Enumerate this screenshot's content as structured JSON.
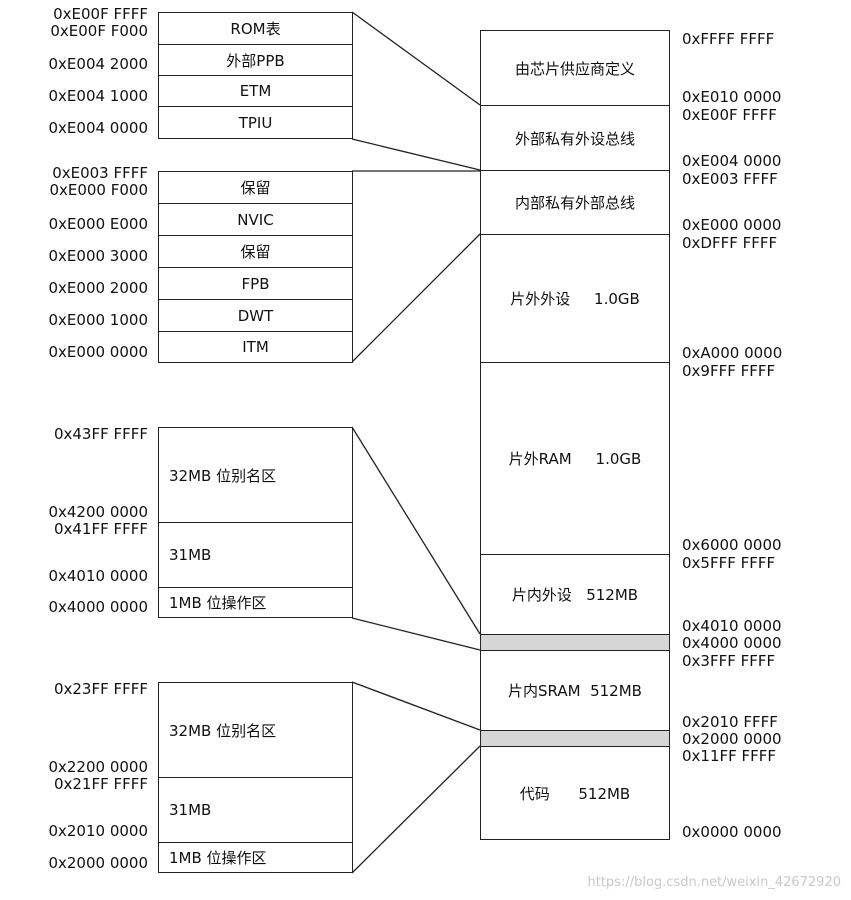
{
  "main_map": {
    "cells": [
      {
        "label": "由芯片供应商定义"
      },
      {
        "label": "外部私有外设总线"
      },
      {
        "label": "内部私有外部总线"
      },
      {
        "label": "片外外设     1.0GB"
      },
      {
        "label": "片外RAM     1.0GB"
      },
      {
        "label": "片内外设   512MB"
      },
      {
        "label": ""
      },
      {
        "label": "片内SRAM  512MB"
      },
      {
        "label": ""
      },
      {
        "label": "代码      512MB"
      }
    ],
    "addresses": [
      "0xFFFF FFFF",
      "0xE010 0000",
      "0xE00F FFFF",
      "0xE004 0000",
      "0xE003 FFFF",
      "0xE000 0000",
      "0xDFFF FFFF",
      "0xA000 0000",
      "0x9FFF FFFF",
      "0x6000 0000",
      "0x5FFF FFFF",
      "0x4010 0000",
      "0x4000 0000",
      "0x3FFF FFFF",
      "0x2010 FFFF",
      "0x2000 0000",
      "0x11FF FFFF",
      "0x0000 0000"
    ]
  },
  "external_ppb": {
    "cells": [
      "ROM表",
      "外部PPB",
      "ETM",
      "TPIU"
    ],
    "addresses": [
      "0xE00F FFFF",
      "0xE00F F000",
      "0xE004 2000",
      "0xE004 1000",
      "0xE004 0000"
    ]
  },
  "internal_ppb": {
    "cells": [
      "保留",
      "NVIC",
      "保留",
      "FPB",
      "DWT",
      "ITM"
    ],
    "addresses": [
      "0xE003 FFFF",
      "0xE000 F000",
      "0xE000 E000",
      "0xE000 3000",
      "0xE000 2000",
      "0xE000 1000",
      "0xE000 0000"
    ]
  },
  "peripheral_bitband": {
    "cells": [
      "32MB  位别名区",
      "31MB",
      "1MB    位操作区"
    ],
    "addresses": [
      "0x43FF FFFF",
      "0x4200 0000",
      "0x41FF FFFF",
      "0x4010 0000",
      "0x4000 0000"
    ]
  },
  "sram_bitband": {
    "cells": [
      "32MB  位别名区",
      "31MB",
      "1MB    位操作区"
    ],
    "addresses": [
      "0x23FF FFFF",
      "0x2200 0000",
      "0x21FF FFFF",
      "0x2010 0000",
      "0x2000 0000"
    ]
  },
  "watermark": "https://blog.csdn.net/weixin_42672920"
}
